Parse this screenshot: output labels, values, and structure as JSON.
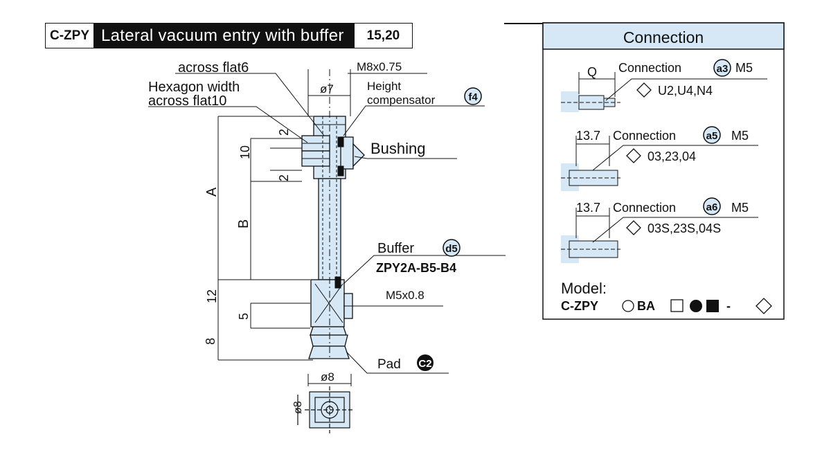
{
  "header": {
    "model": "C-ZPY",
    "title": "Lateral vacuum entry with buffer",
    "sizes": "15,20"
  },
  "main_drawing": {
    "labels": {
      "across_flat6": "across flat6",
      "hexagon_width": "Hexagon width",
      "across_flat10": "across flat10",
      "thread_top": "M8x0.75",
      "dia7": "ø7",
      "height_comp_1": "Height",
      "height_comp_2": "compensator",
      "height_comp_code": "f4",
      "bushing": "Bushing",
      "buffer": "Buffer",
      "buffer_code": "d5",
      "buffer_part": "ZPY2A-B5-B4",
      "thread_side": "M5x0.8",
      "pad": "Pad",
      "pad_code": "C2",
      "dia8_top": "ø8",
      "dia8_side": "ø8"
    },
    "dimensions": {
      "dim_2_top": "2",
      "dim_10": "10",
      "dim_2_bottom": "2",
      "dim_A": "A",
      "dim_B": "B",
      "dim_12": "12",
      "dim_5": "5",
      "dim_8": "8"
    }
  },
  "connection_panel": {
    "title": "Connection",
    "items": [
      {
        "dim": "Q",
        "label": "Connection",
        "code": "a3",
        "thread": "M5",
        "options": "U2,U4,N4"
      },
      {
        "dim": "13.7",
        "label": "Connection",
        "code": "a5",
        "thread": "M5",
        "options": "03,23,04"
      },
      {
        "dim": "13.7",
        "label": "Connection",
        "code": "a6",
        "thread": "M5",
        "options": "03S,23S,04S"
      }
    ],
    "model_label": "Model:",
    "model_code_prefix": "C-ZPY",
    "model_code_ba": "BA",
    "model_code_dash": "-"
  },
  "colors": {
    "part_fill": "#d6e8f5",
    "line": "#111111",
    "panel_header_bg": "#d6e8f5"
  }
}
